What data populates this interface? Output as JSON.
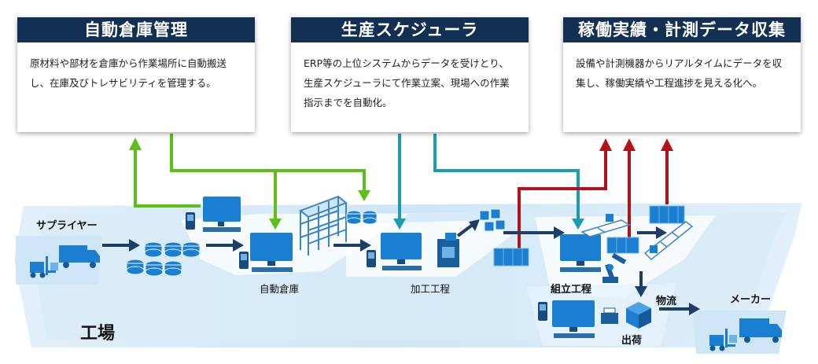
{
  "panels": {
    "warehouse": {
      "title": "自動倉庫管理",
      "text": "原材料や部材を倉庫から作業場所に自動搬送し、在庫及びトレサビリティを管理する。"
    },
    "scheduler": {
      "title": "生産スケジューラ",
      "text": "ERP等の上位システムからデータを受けとり、生産スケジューラにて作業立案、現場への作業指示までを自動化。"
    },
    "collection": {
      "title": "稼働実績・計測データ収集",
      "text": "設備や計測機器からリアルタイムにデータを収集し、稼働実績や工程進捗を見える化へ。"
    }
  },
  "labels": {
    "supplier": "サプライヤー",
    "auto_warehouse": "自動倉庫",
    "processing": "加工工程",
    "assembly": "組立工程",
    "logistics": "物流",
    "maker": "メーカー",
    "shipping": "出荷",
    "factory": "工場"
  },
  "colors": {
    "navy": "#132f52",
    "green": "#5fbf1a",
    "teal": "#1d9bb3",
    "red": "#b3121a",
    "floor": "#cfe6f6",
    "floor_inner": "#ffffff",
    "monitor": "#1a7fd0"
  }
}
